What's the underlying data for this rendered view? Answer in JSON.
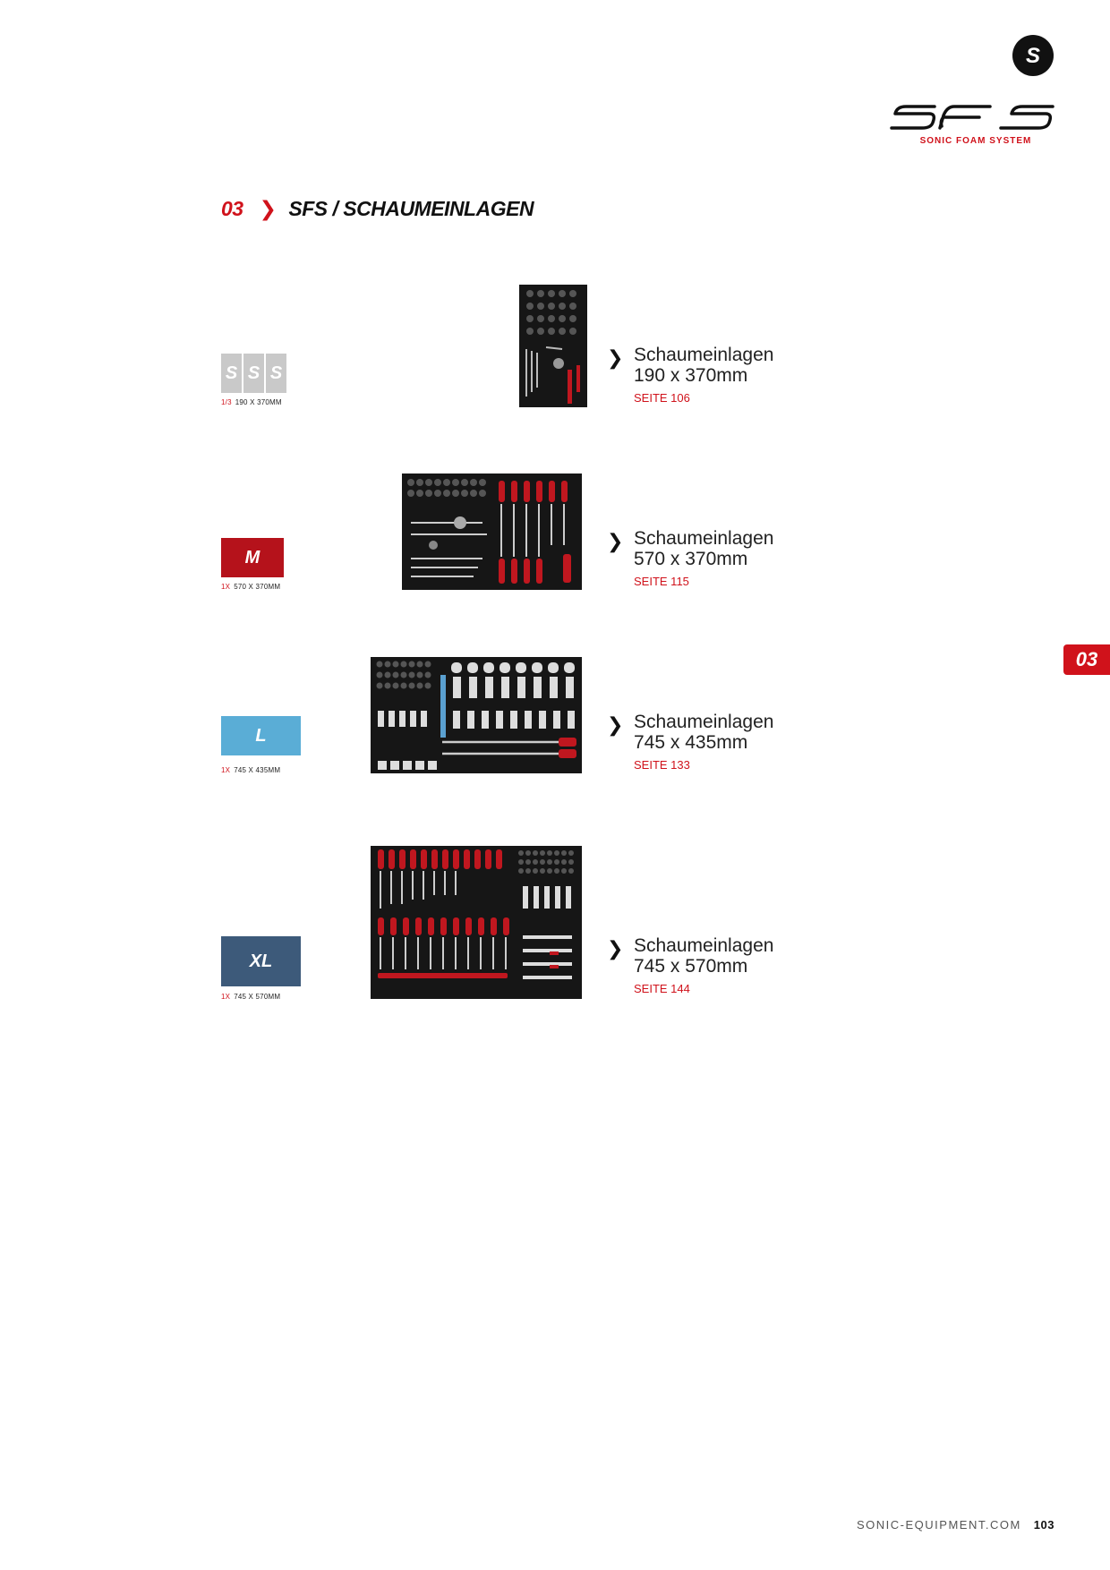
{
  "header": {
    "logo_letter": "S",
    "brand_mark": "SFS",
    "brand_subtitle": "SONIC FOAM SYSTEM"
  },
  "section": {
    "number": "03",
    "separator": "❯",
    "title": "SFS / SCHAUMEINLAGEN"
  },
  "items": [
    {
      "badge": [
        "S",
        "S",
        "S"
      ],
      "badge_color": "#c9c9c9",
      "qty": "1/3",
      "size_caption": "190 X 370MM",
      "title_line1": "Schaumeinlagen",
      "title_line2": "190 x 370mm",
      "page": "SEITE 106"
    },
    {
      "badge": "M",
      "badge_color": "#b5121b",
      "qty": "1X",
      "size_caption": "570 X 370MM",
      "title_line1": "Schaumeinlagen",
      "title_line2": "570 x 370mm",
      "page": "SEITE 115"
    },
    {
      "badge": "L",
      "badge_color": "#5aadd6",
      "qty": "1X",
      "size_caption": "745 X 435MM",
      "title_line1": "Schaumeinlagen",
      "title_line2": "745 x 435mm",
      "page": "SEITE 133"
    },
    {
      "badge": "XL",
      "badge_color": "#3d5a7a",
      "qty": "1X",
      "size_caption": "745 X 570MM",
      "title_line1": "Schaumeinlagen",
      "title_line2": "745 x 570mm",
      "page": "SEITE 144"
    }
  ],
  "side_tab": "03",
  "footer": {
    "website": "SONIC-EQUIPMENT.COM",
    "page_number": "103"
  },
  "colors": {
    "accent": "#d0121b",
    "tray": "#161616"
  }
}
